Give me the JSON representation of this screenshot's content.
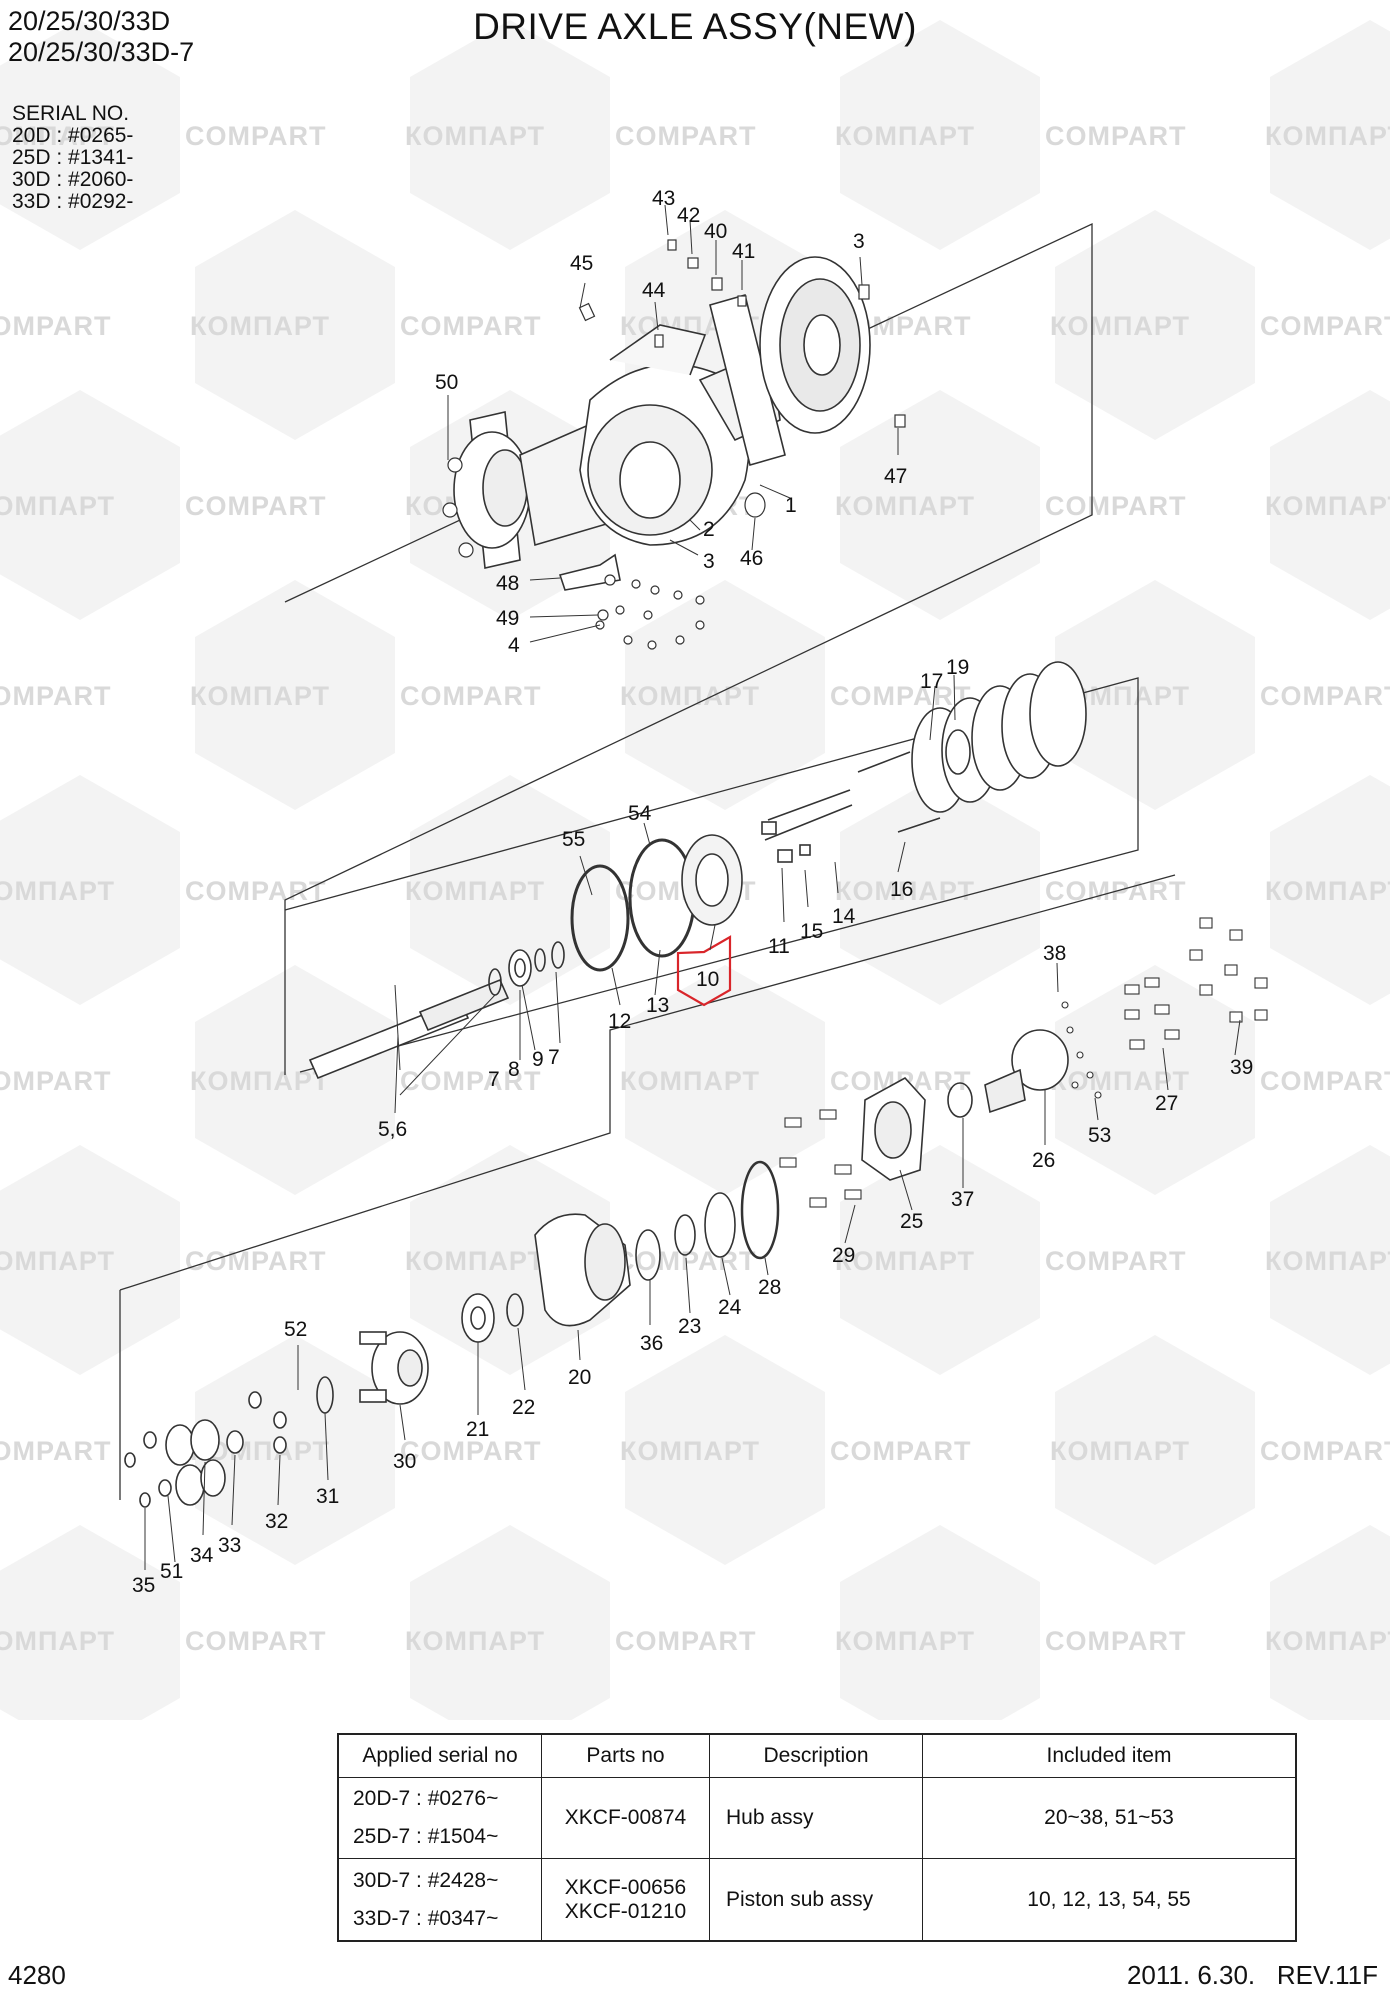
{
  "header": {
    "model_line1": "20/25/30/33D",
    "model_line2": "20/25/30/33D-7",
    "title": "DRIVE AXLE ASSY(NEW)"
  },
  "serial_info": {
    "label": "SERIAL NO.",
    "entries": [
      "20D : #0265-",
      "25D : #1341-",
      "30D : #2060-",
      "33D : #0292-"
    ]
  },
  "watermark": {
    "text_cyrillic": "КОМПАРТ",
    "text_latin": "COMPART"
  },
  "callouts": {
    "c1": "1",
    "c2": "2",
    "c3a": "3",
    "c3b": "3",
    "c4": "4",
    "c40": "40",
    "c41": "41",
    "c42": "42",
    "c43": "43",
    "c44": "44",
    "c45": "45",
    "c46": "46",
    "c47": "47",
    "c48": "48",
    "c49": "49",
    "c50": "50",
    "c55": "55",
    "c54": "54",
    "c17": "17",
    "c19": "19",
    "c16": "16",
    "c14": "14",
    "c15": "15",
    "c11": "11",
    "c10": "10",
    "c12": "12",
    "c13": "13",
    "c7a": "7",
    "c8": "8",
    "c9": "9",
    "c7b": "7",
    "c56": "5,6",
    "c38": "38",
    "c39": "39",
    "c27": "27",
    "c53": "53",
    "c26": "26",
    "c37": "37",
    "c25": "25",
    "c29": "29",
    "c28": "28",
    "c24": "24",
    "c23": "23",
    "c36": "36",
    "c20": "20",
    "c22": "22",
    "c21": "21",
    "c52": "52",
    "c30": "30",
    "c31": "31",
    "c32": "32",
    "c33": "33",
    "c34": "34",
    "c51": "51",
    "c35": "35"
  },
  "table": {
    "headers": [
      "Applied serial no",
      "Parts no",
      "Description",
      "Included item"
    ],
    "rows": [
      {
        "serial_a": "20D-7 : #0276~",
        "serial_b": "25D-7 : #1504~",
        "parts_a": "XKCF-00874",
        "parts_b": "",
        "description": "Hub assy",
        "included": "20~38, 51~53"
      },
      {
        "serial_a": "30D-7 : #2428~",
        "serial_b": "33D-7 : #0347~",
        "parts_a": "XKCF-00656",
        "parts_b": "XKCF-01210",
        "description": "Piston sub assy",
        "included": "10, 12, 13, 54, 55"
      }
    ]
  },
  "footer": {
    "page_number": "4280",
    "revision": "2011. 6.30.   REV.11F"
  },
  "colors": {
    "highlight": "#d9252a",
    "watermark": "#d9d9d9",
    "line": "#222222"
  }
}
